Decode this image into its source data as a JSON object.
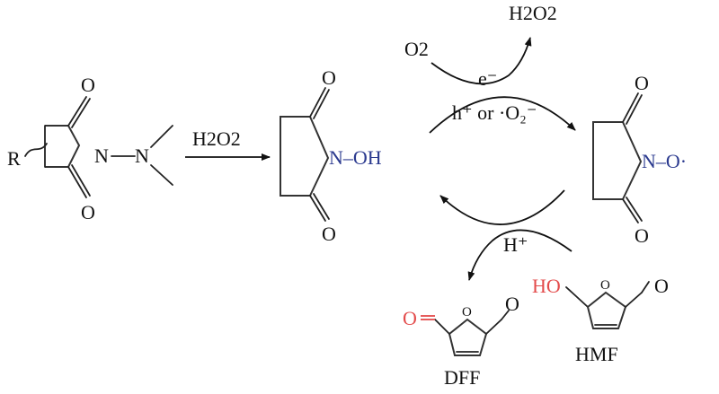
{
  "reagents": {
    "step1": "H2O2",
    "o2": "O2",
    "h2o2_top": "H2O2",
    "electron": "e⁻",
    "oxidant": "h⁺ or ·O₂⁻",
    "proton": "H⁺"
  },
  "molecules": {
    "start": {
      "r_group": "R",
      "n1": "N",
      "n2": "N",
      "o_top": "O",
      "o_bottom": "O"
    },
    "nhpi": {
      "o_top": "O",
      "o_bottom": "O",
      "n_oh": "N–OH"
    },
    "radical": {
      "o_top": "O",
      "o_bottom": "O",
      "n_o": "N–O·"
    },
    "dff": {
      "name": "DFF",
      "o_ring": "O",
      "o_left": "O",
      "o_right": "O"
    },
    "hmf": {
      "name": "HMF",
      "ho": "HO",
      "o_ring": "O",
      "o_right": "O"
    }
  },
  "colors": {
    "nitrogen": "#2b3a8f",
    "oxygen_highlight": "#e34b4b",
    "bonds": "#222222"
  }
}
